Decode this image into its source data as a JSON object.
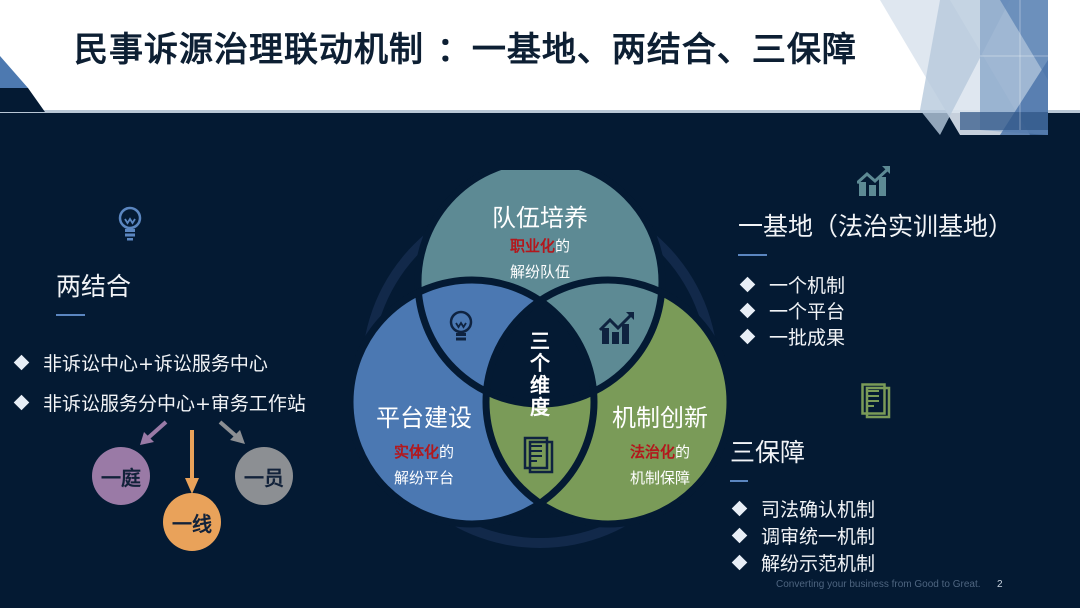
{
  "header": {
    "title": "民事诉源治理联动机制 ：一基地、两结合、三保障"
  },
  "left_section": {
    "icon": "lightbulb-icon",
    "title": "两结合",
    "bullets": [
      "非诉讼中心+诉讼服务中心",
      "非诉讼服务分中心+审务工作站"
    ],
    "nodes": [
      {
        "label": "一庭",
        "color": "#9a7aa6"
      },
      {
        "label": "一线",
        "color": "#e9a25a"
      },
      {
        "label": "一员",
        "color": "#8c8f93"
      }
    ],
    "arrow_colors": {
      "left": "#9a7aa6",
      "center": "#e9a25a",
      "right": "#8c8f93"
    }
  },
  "venn": {
    "center_text": [
      "三",
      "个",
      "维",
      "度"
    ],
    "top": {
      "title": "队伍培养",
      "highlight": "职业化",
      "suffix": "的",
      "line2": "解纷队伍",
      "color": "#5d8a94"
    },
    "left": {
      "title": "平台建设",
      "highlight": "实体化",
      "suffix": "的",
      "line2": "解纷平台",
      "color": "#4b78b2"
    },
    "right": {
      "title": "机制创新",
      "highlight": "法治化",
      "suffix": "的",
      "line2": "机制保障",
      "color": "#7a9b58"
    },
    "overlap_icons": [
      "lightbulb-icon",
      "chart-growth-icon",
      "document-icon"
    ],
    "center_color": "#041a33",
    "ring_color": "#1b3352"
  },
  "right_top_section": {
    "icon": "chart-growth-icon",
    "title": "一基地（法治实训基地）",
    "bullets": [
      "一个机制",
      "一个平台",
      "一批成果"
    ]
  },
  "right_bottom_section": {
    "icon": "document-icon",
    "title": "三保障",
    "bullets": [
      "司法确认机制",
      "调审统一机制",
      "解纷示范机制"
    ]
  },
  "footer": {
    "tagline": "Converting your business from Good to Great.",
    "page_number": "2"
  },
  "colors": {
    "background": "#041a33",
    "header_bg": "#ffffff",
    "title_text": "#0d1f33",
    "accent_blue": "#5b86c0",
    "highlight_red": "#b3171c"
  }
}
